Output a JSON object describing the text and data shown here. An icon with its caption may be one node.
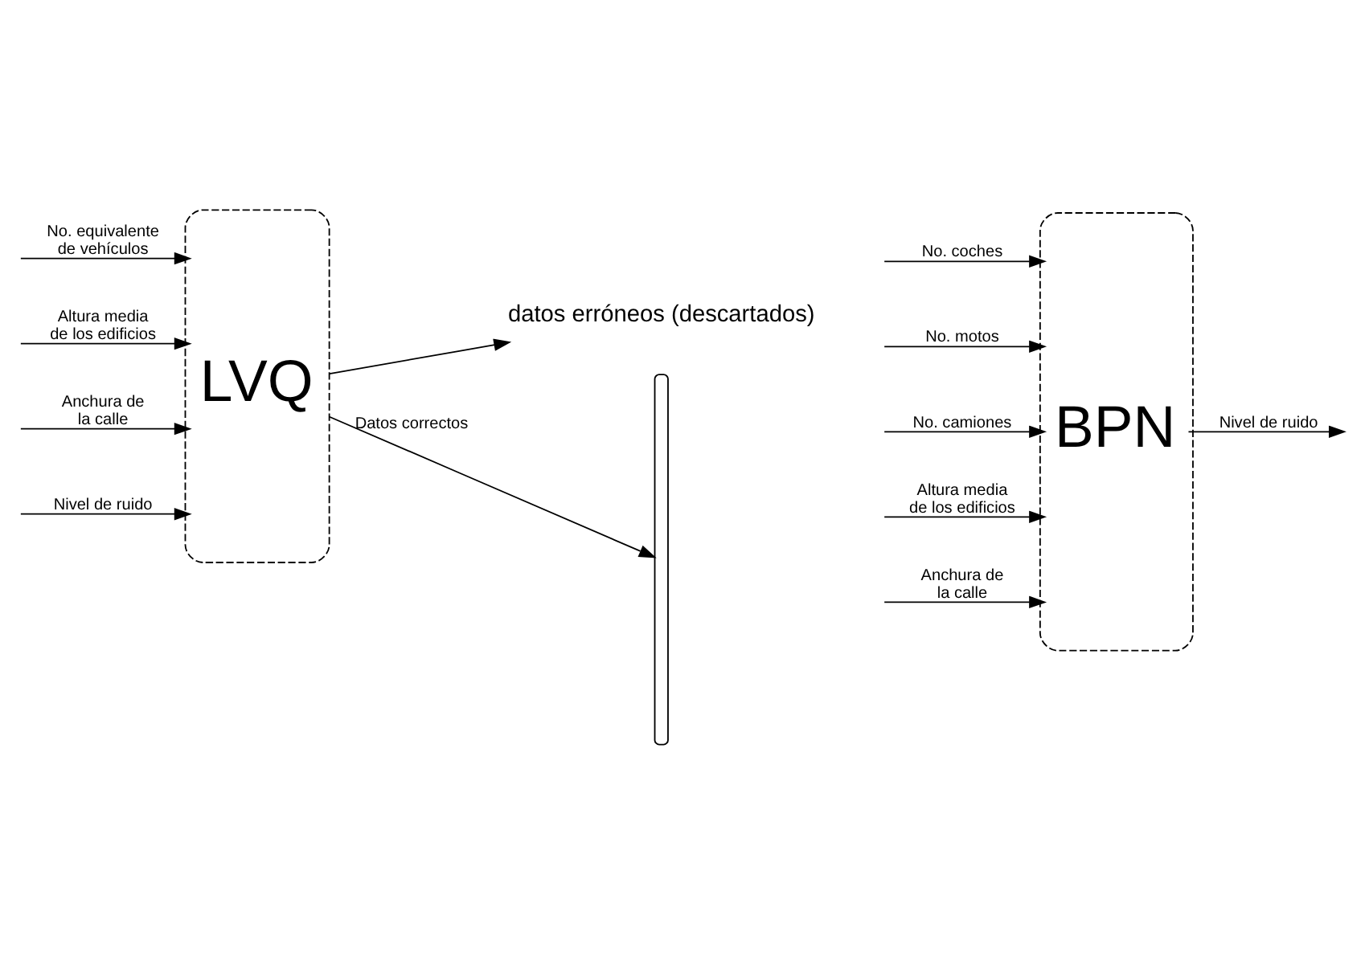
{
  "diagram": {
    "nodes": [
      {
        "text": [
          "LVQ"
        ]
      },
      {
        "text": [
          "datos erróneos (descartados)"
        ]
      },
      {
        "text": [],
        "shape": "brace"
      },
      {
        "text": [
          "BPN"
        ]
      }
    ],
    "edges": [
      {
        "from": null,
        "to": 0,
        "arrow": "to",
        "label": "No. equivalente de vehículos"
      },
      {
        "from": null,
        "to": 0,
        "arrow": "to",
        "label": "Altura media de los edificios"
      },
      {
        "from": null,
        "to": 0,
        "arrow": "to",
        "label": "Anchura de la calle"
      },
      {
        "from": null,
        "to": 0,
        "arrow": "to",
        "label": "Nivel de ruido"
      },
      {
        "from": 0,
        "to": 1,
        "arrow": "to"
      },
      {
        "from": 0,
        "to": 2,
        "arrow": "to",
        "label": "Datos correctos"
      },
      {
        "from": null,
        "to": 3,
        "arrow": "to",
        "label": "No. coches"
      },
      {
        "from": null,
        "to": 3,
        "arrow": "to",
        "label": "No. motos"
      },
      {
        "from": null,
        "to": 3,
        "arrow": "to",
        "label": "No. camiones"
      },
      {
        "from": null,
        "to": 3,
        "arrow": "to",
        "label": "Altura media de los edificios"
      },
      {
        "from": null,
        "to": 3,
        "arrow": "to",
        "label": "Anchura de la calle"
      },
      {
        "from": 3,
        "to": null,
        "arrow": "to",
        "label": "Nivel de ruido"
      }
    ]
  }
}
